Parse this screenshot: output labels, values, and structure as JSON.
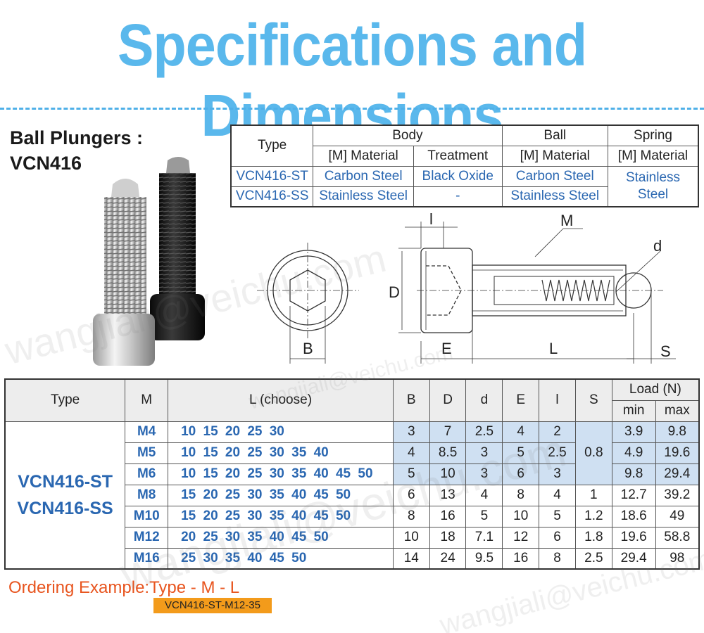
{
  "title": "Specifications and Dimensions",
  "product": {
    "line1": "Ball Plungers :",
    "line2": "VCN416"
  },
  "materials": {
    "col_type": "Type",
    "group_body": "Body",
    "group_ball": "Ball",
    "group_spring": "Spring",
    "sub_material": "[M] Material",
    "sub_treatment": "Treatment",
    "rows": [
      {
        "type": "VCN416-ST",
        "body_material": "Carbon Steel",
        "treatment": "Black Oxide",
        "ball_material": "Carbon Steel"
      },
      {
        "type": "VCN416-SS",
        "body_material": "Stainless Steel",
        "treatment": "-",
        "ball_material": "Stainless Steel"
      }
    ],
    "spring_material": "Stainless Steel"
  },
  "drawing_labels": {
    "l": "l",
    "M": "M",
    "d": "d",
    "D": "D",
    "B": "B",
    "E": "E",
    "L": "L",
    "S": "S"
  },
  "dimensions": {
    "headers": {
      "type": "Type",
      "m": "M",
      "l_choose": "L (choose)",
      "b": "B",
      "d_big": "D",
      "d_small": "d",
      "e": "E",
      "l_small": "l",
      "s": "S",
      "load": "Load (N)",
      "min": "min",
      "max": "max"
    },
    "types": [
      "VCN416-ST",
      "VCN416-SS"
    ],
    "rows": [
      {
        "m": "M4",
        "l": "10 15 20 25 30",
        "b": "3",
        "D": "7",
        "d": "2.5",
        "e": "4",
        "ll": "2",
        "s": "0.8",
        "min": "3.9",
        "max": "9.8"
      },
      {
        "m": "M5",
        "l": "10 15 20 25 30 35 40",
        "b": "4",
        "D": "8.5",
        "d": "3",
        "e": "5",
        "ll": "2.5",
        "s": "",
        "min": "4.9",
        "max": "19.6"
      },
      {
        "m": "M6",
        "l": "10 15 20 25 30 35 40 45 50",
        "b": "5",
        "D": "10",
        "d": "3",
        "e": "6",
        "ll": "3",
        "s": "",
        "min": "9.8",
        "max": "29.4"
      },
      {
        "m": "M8",
        "l": "15 20 25 30 35 40 45 50",
        "b": "6",
        "D": "13",
        "d": "4",
        "e": "8",
        "ll": "4",
        "s": "1",
        "min": "12.7",
        "max": "39.2"
      },
      {
        "m": "M10",
        "l": "15 20 25 30 35 40 45 50",
        "b": "8",
        "D": "16",
        "d": "5",
        "e": "10",
        "ll": "5",
        "s": "1.2",
        "min": "18.6",
        "max": "49"
      },
      {
        "m": "M12",
        "l": "20 25 30 35 40 45 50",
        "b": "10",
        "D": "18",
        "d": "7.1",
        "e": "12",
        "ll": "6",
        "s": "1.8",
        "min": "19.6",
        "max": "58.8"
      },
      {
        "m": "M16",
        "l": "25 30 35 40 45 50",
        "b": "14",
        "D": "24",
        "d": "9.5",
        "e": "16",
        "ll": "8",
        "s": "2.5",
        "min": "29.4",
        "max": "98"
      }
    ]
  },
  "ordering": {
    "label": "Ordering Example:",
    "pattern": "Type - M - L",
    "example": "VCN416-ST-M12-35"
  },
  "watermarks": [
    "wangjiali@veichu.com",
    "wangjiali@veichu.com",
    "wangjiali@veichu.com",
    "wangjiali@veichu.com"
  ],
  "colors": {
    "title": "#5ab8ec",
    "accent_blue": "#2a67b1",
    "shade": "#cfe0f2",
    "ordering": "#e8551f",
    "badge": "#f39b1b"
  }
}
